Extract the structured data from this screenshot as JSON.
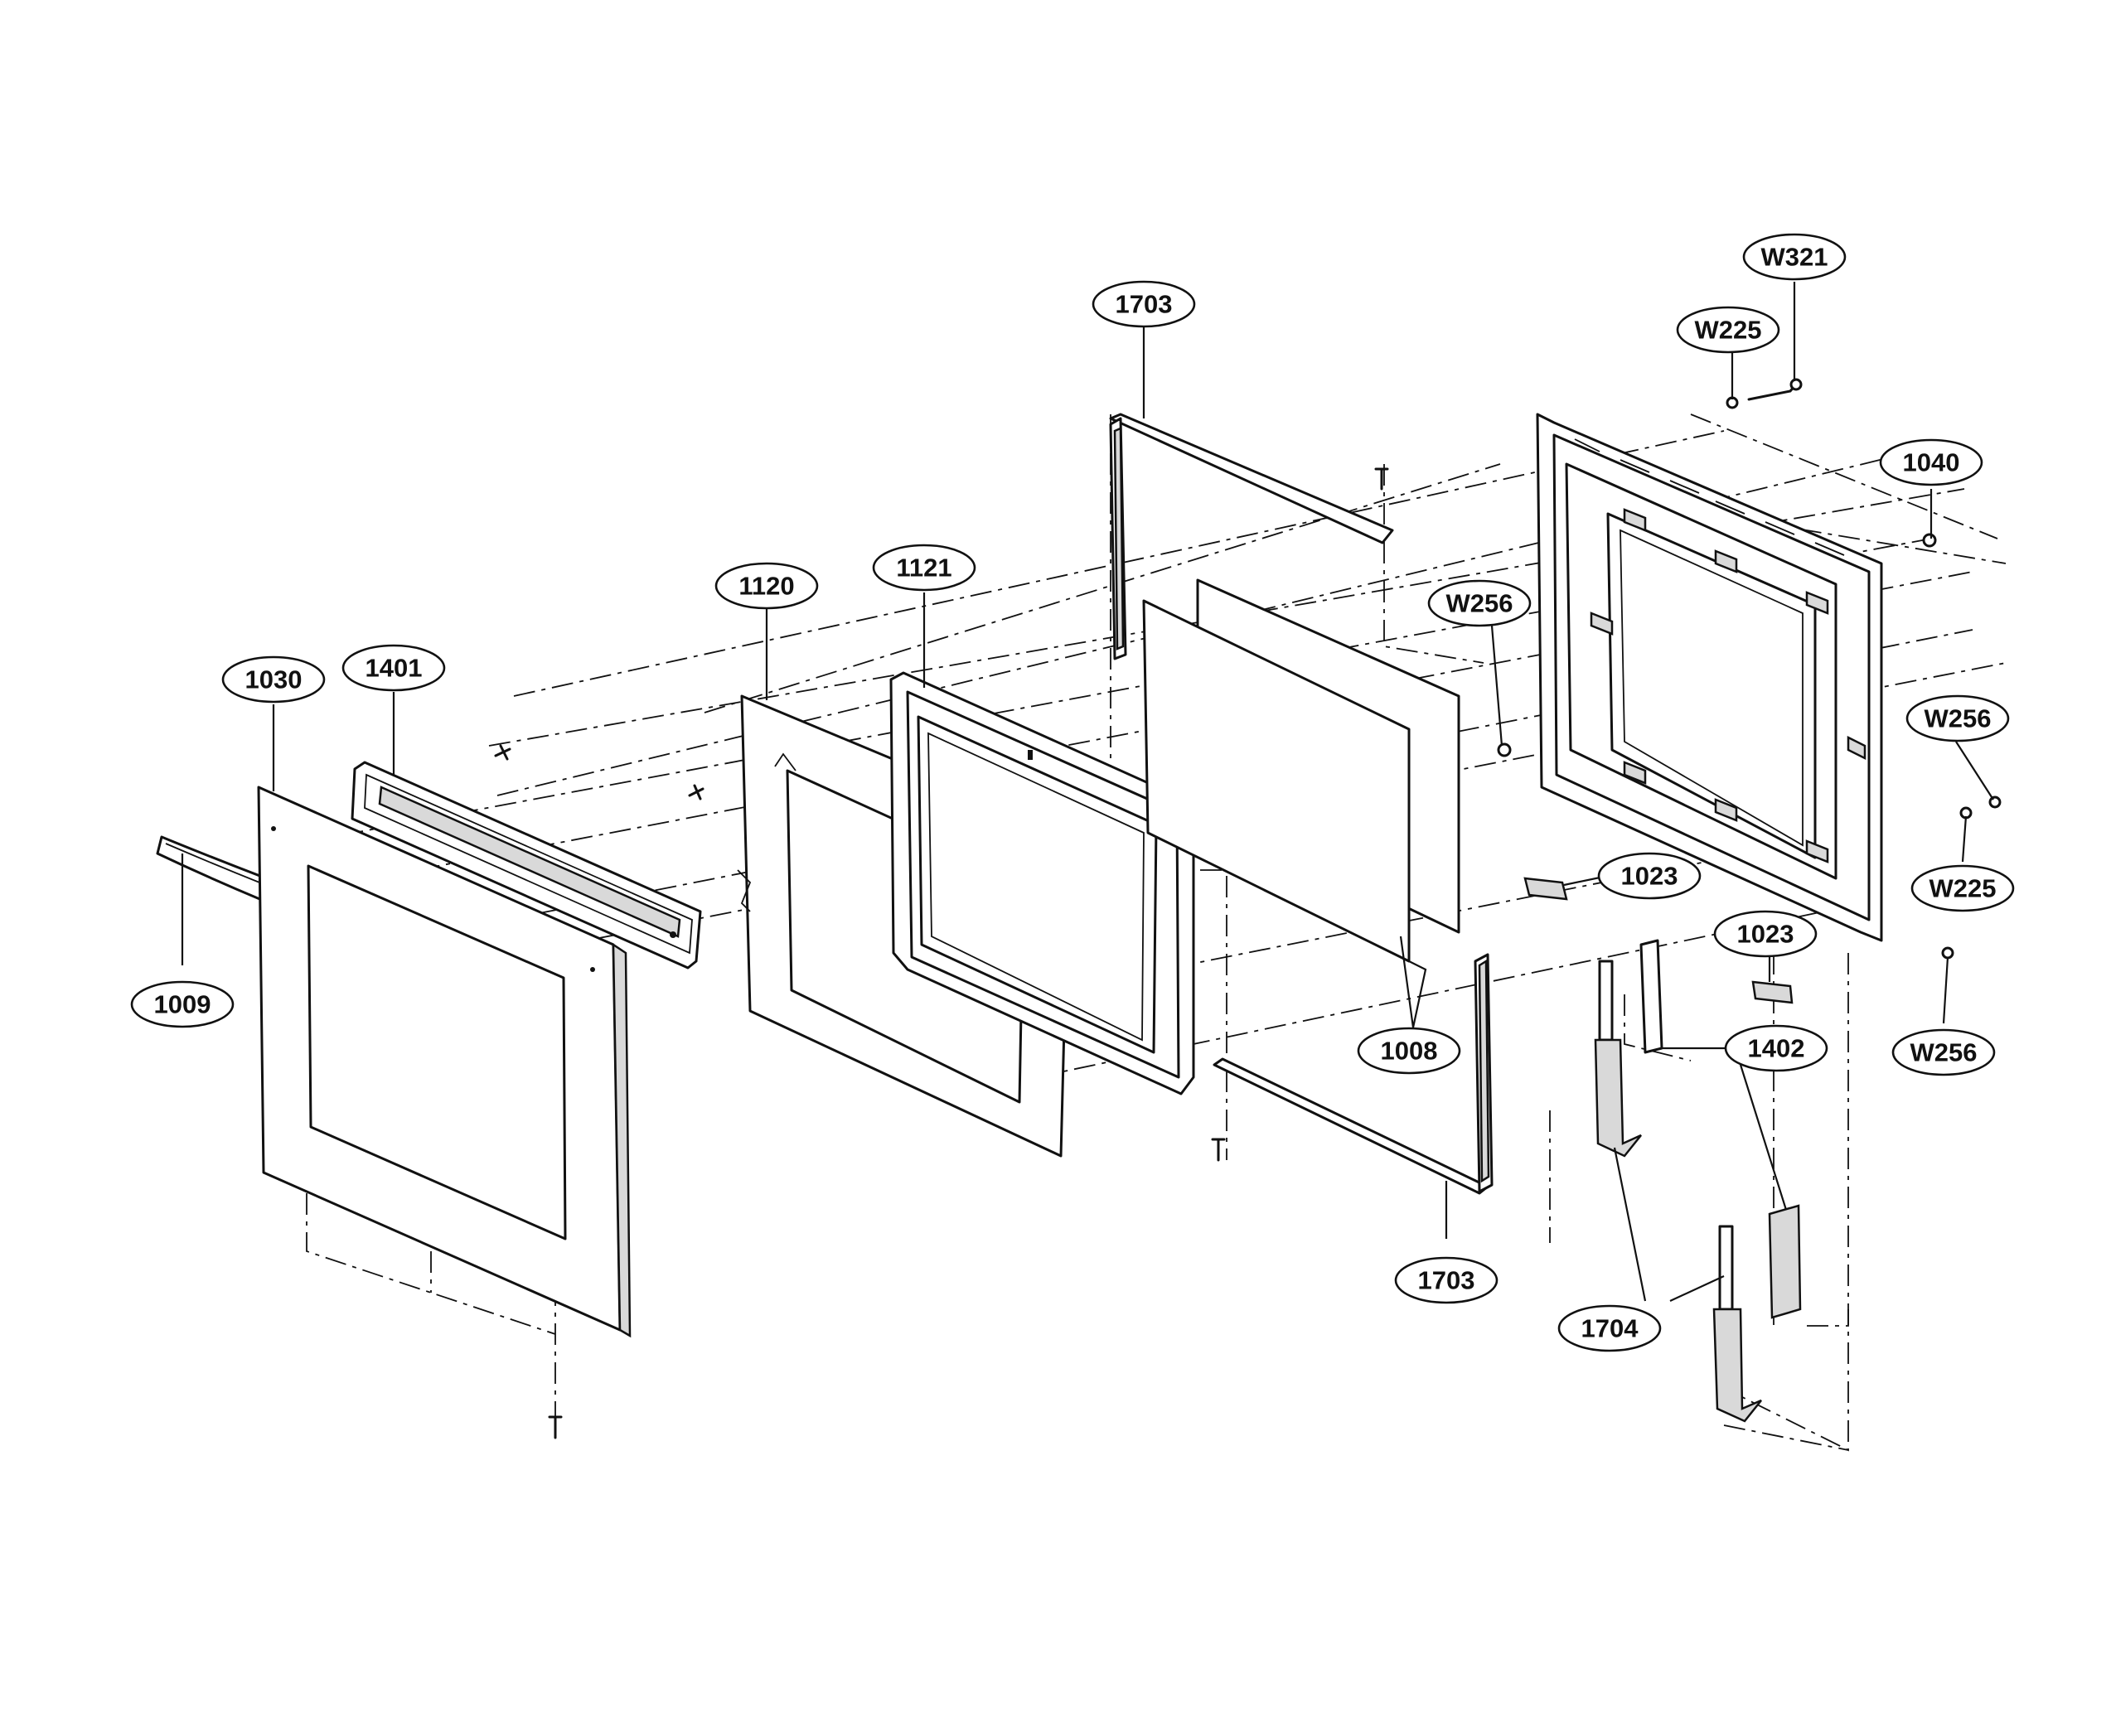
{
  "callouts": [
    {
      "id": "c1703a",
      "label": "1703"
    },
    {
      "id": "w321",
      "label": "W321"
    },
    {
      "id": "w225a",
      "label": "W225"
    },
    {
      "id": "c1040",
      "label": "1040"
    },
    {
      "id": "c1120",
      "label": "1120"
    },
    {
      "id": "c1121",
      "label": "1121"
    },
    {
      "id": "w256a",
      "label": "W256"
    },
    {
      "id": "c1030",
      "label": "1030"
    },
    {
      "id": "c1401",
      "label": "1401"
    },
    {
      "id": "w256b",
      "label": "W256"
    },
    {
      "id": "c1023a",
      "label": "1023"
    },
    {
      "id": "w225b",
      "label": "W225"
    },
    {
      "id": "c1023b",
      "label": "1023"
    },
    {
      "id": "c1009",
      "label": "1009"
    },
    {
      "id": "c1402",
      "label": "1402"
    },
    {
      "id": "c1008",
      "label": "1008"
    },
    {
      "id": "w256c",
      "label": "W256"
    },
    {
      "id": "c1703b",
      "label": "1703"
    },
    {
      "id": "c1704",
      "label": "1704"
    }
  ]
}
